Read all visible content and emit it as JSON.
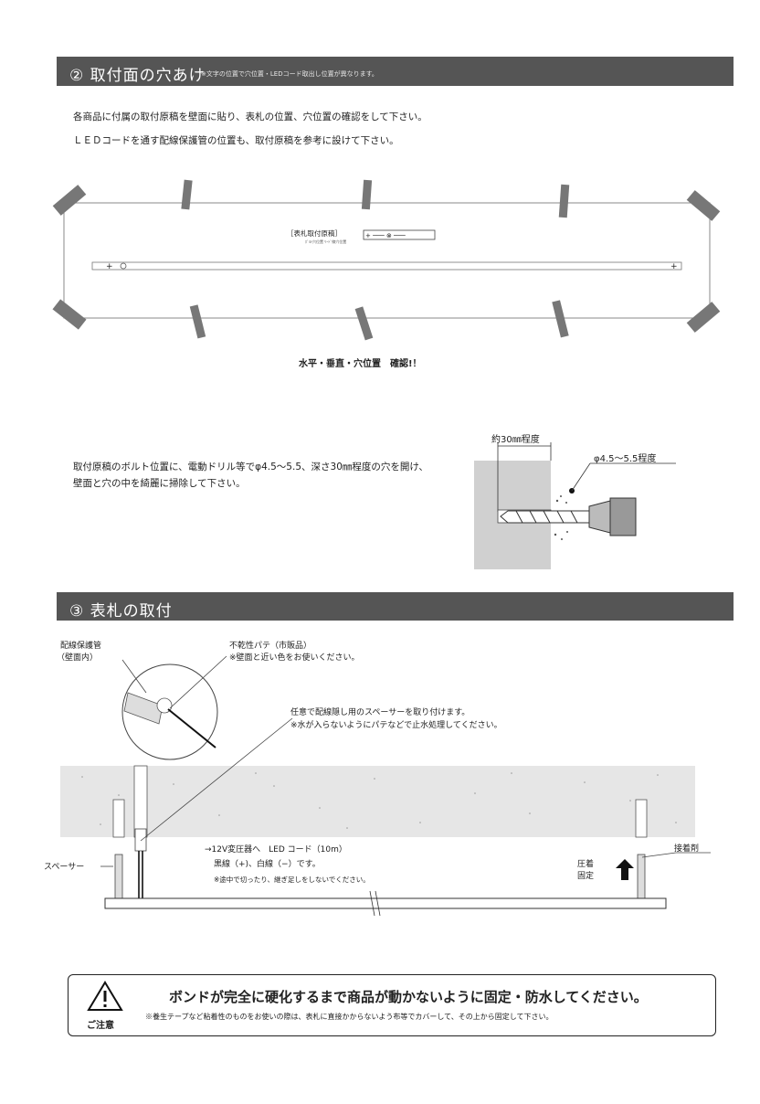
{
  "section2": {
    "title": "② 取付面の穴あけ",
    "note": "※文字の位置で穴位置・LEDコード取出し位置が異なります。",
    "line1": "各商品に付属の取付原稿を壁面に貼り、表札の位置、穴位置の確認をして下さい。",
    "line2": "ＬＥＤコードを通す配線保護管の位置も、取付原稿を参考に設けて下さい。",
    "template_label": "［表札取付原稿］",
    "template_sub": "ﾎﾞﾙﾄ穴位置 ﾘｰﾄﾞ線穴位置",
    "check_text": "水平・垂直・穴位置　確認!！",
    "drill_line1": "取付原稿のボルト位置に、電動ドリル等でφ4.5〜5.5、深さ30㎜程度の穴を開け、",
    "drill_line2": "壁面と穴の中を綺麗に掃除して下さい。",
    "depth_label": "約30㎜程度",
    "dia_label": "φ4.5〜5.5程度"
  },
  "section3": {
    "title": "③ 表札の取付",
    "conduit_label_1": "配線保護管",
    "conduit_label_2": "（壁面内）",
    "putty_1": "不乾性パテ（市販品）",
    "putty_2": "※壁面と近い色をお使いください。",
    "spacer_note_1": "任意で配線隠し用のスペーサーを取り付けます。",
    "spacer_note_2": "※水が入らないようにパテなどで止水処理してください。",
    "cord_1": "→12V変圧器へ　LED コード（10m）",
    "cord_2": "黒線（+)、白線（−）です。",
    "cord_3": "※途中で切ったり、継ぎ足しをしないでください。",
    "spacer_label": "スペーサー",
    "adhesive_label": "接着剤",
    "press_1": "圧着",
    "press_2": "固定"
  },
  "caution": {
    "icon_label": "ご注意",
    "headline": "ボンドが完全に硬化するまで商品が動かないように固定・防水してください。",
    "detail": "※養生テープなど粘着性のものをお使いの際は、表札に直接かからないよう布等でカバーして、その上から固定して下さい。"
  }
}
